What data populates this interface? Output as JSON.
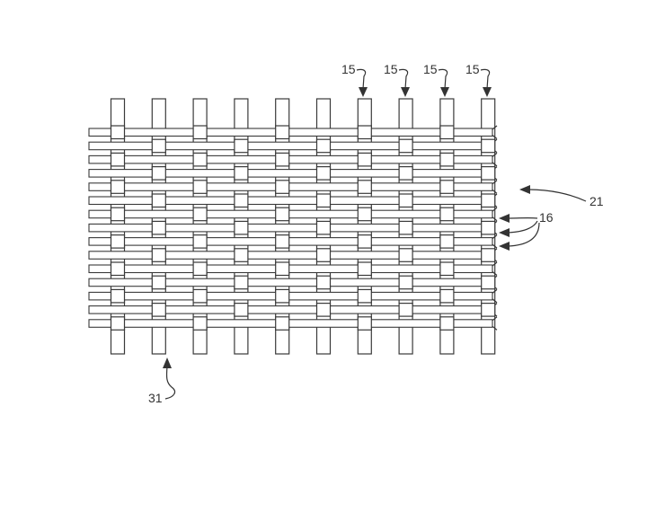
{
  "figure": {
    "warp_count": 10,
    "weft_count": 15,
    "labels": {
      "warp_ref": "15",
      "weft_ref": "16",
      "fabric_ref": "21",
      "fabric_portion_ref": "31"
    },
    "line_color": "#3a3a3a",
    "background": "#ffffff"
  }
}
